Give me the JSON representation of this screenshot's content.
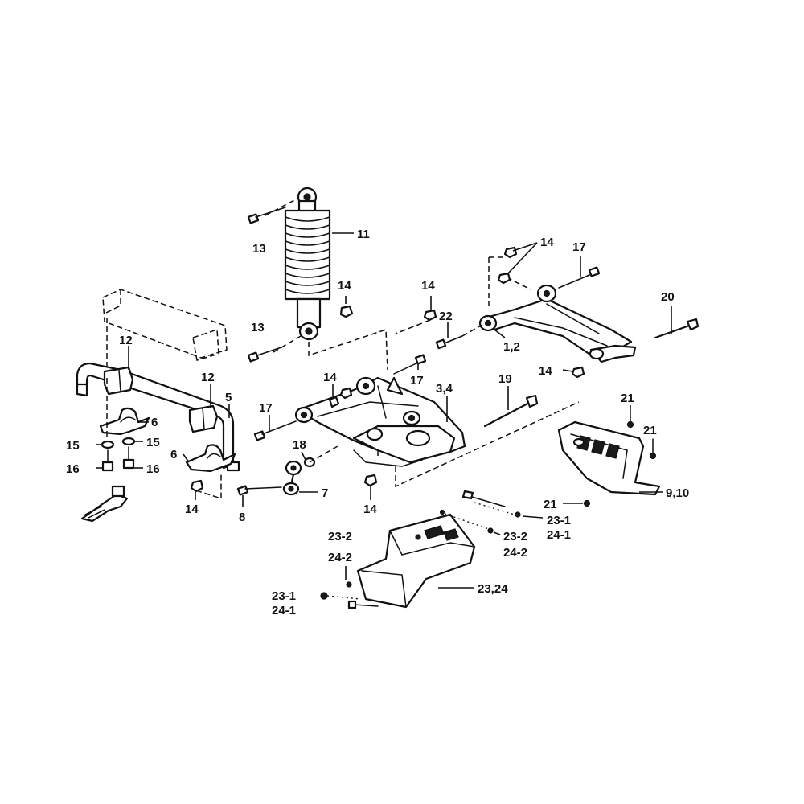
{
  "callouts": {
    "c13a": "13",
    "c11": "11",
    "c14a": "14",
    "c13b": "13",
    "c14b": "14",
    "c17a": "17",
    "c20": "20",
    "c14c": "14",
    "c22": "22",
    "c12": "1,2",
    "c14d": "14",
    "c12a": "12",
    "c12b": "12",
    "c5": "5",
    "c14e": "14",
    "c17b": "17",
    "c34": "3,4",
    "c19": "19",
    "c21a": "21",
    "c17c": "17",
    "c21b": "21",
    "c6a": "6",
    "c15a": "15",
    "c15b": "15",
    "c18": "18",
    "c6b": "6",
    "c16a": "16",
    "c16b": "16",
    "c7": "7",
    "c14f": "14",
    "c8": "8",
    "c14g": "14",
    "c910": "9,10",
    "c21c": "21",
    "c231a": "23-1",
    "c241a": "24-1",
    "c232a": "23-2",
    "c242a": "24-2",
    "c232b": "23-2",
    "c242b": "24-2",
    "c2324": "23,24",
    "c231b": "23-1",
    "c241b": "24-1"
  }
}
